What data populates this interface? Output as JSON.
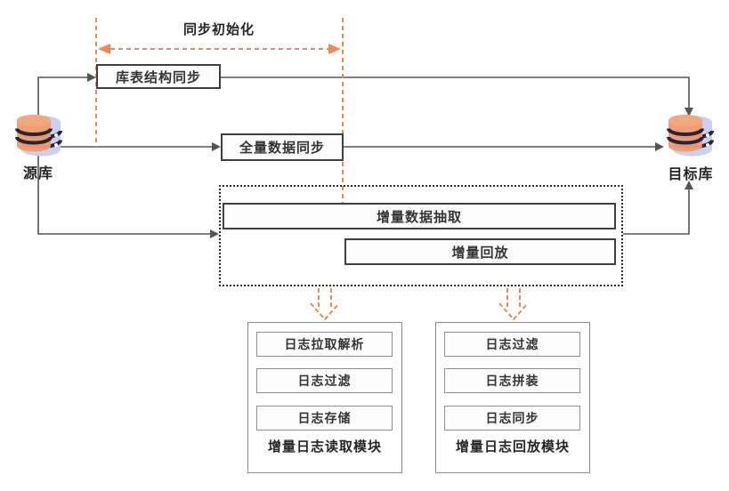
{
  "init_phase_label": "同步初始化",
  "source_db_label": "源库",
  "target_db_label": "目标库",
  "flow": {
    "schema_sync": "库表结构同步",
    "full_sync": "全量数据同步",
    "incremental_extract": "增量数据抽取",
    "incremental_replay": "增量回放"
  },
  "reader_module": {
    "title": "增量日志读取模块",
    "steps": [
      "日志拉取解析",
      "日志过滤",
      "日志存储"
    ]
  },
  "replay_module": {
    "title": "增量日志回放模块",
    "steps": [
      "日志过滤",
      "日志拼装",
      "日志同步"
    ]
  },
  "colors": {
    "accent_orange": "#ED8A54",
    "connector_gray": "#555555",
    "border_dark": "#3F3F3F",
    "db_blue": "#C9D0F3",
    "db_orange": "#F19B6E"
  }
}
